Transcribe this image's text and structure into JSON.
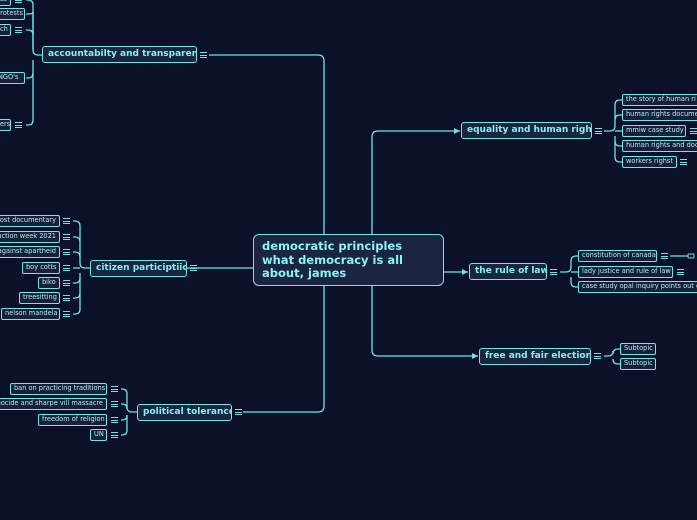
{
  "root": "democratic principles what democracy is all about, james",
  "branches": {
    "accountability": {
      "label": "accountabilty and transparency",
      "items": [
        "ss",
        "protests",
        "ch",
        "NGO's",
        "ers"
      ]
    },
    "citizen": {
      "label": "citizen participtiion",
      "items": [
        "ost documentary",
        "uction week 2021",
        "against apartheid",
        "boy cotts",
        "biko",
        "treesitting",
        "nelson mandela"
      ]
    },
    "tolerance": {
      "label": "political tolerance",
      "items": [
        "ban on practicing traditions",
        "nocide and sharpe vill massacre",
        "freedom of religion",
        "UN"
      ]
    },
    "human_rights": {
      "label": "equality and human rights",
      "items": [
        "the story of human ri",
        "human rights docume",
        "mmiw case study",
        "human rights and doc",
        "workers righst"
      ]
    },
    "rule_of_law": {
      "label": "the rule of law",
      "items": [
        "constitution of canada",
        "lady justice and rule of law",
        "case study opal inquiry points out c"
      ]
    },
    "elections": {
      "label": "free and fair elections",
      "items": [
        "Subtopic",
        "Subtopic"
      ]
    }
  }
}
